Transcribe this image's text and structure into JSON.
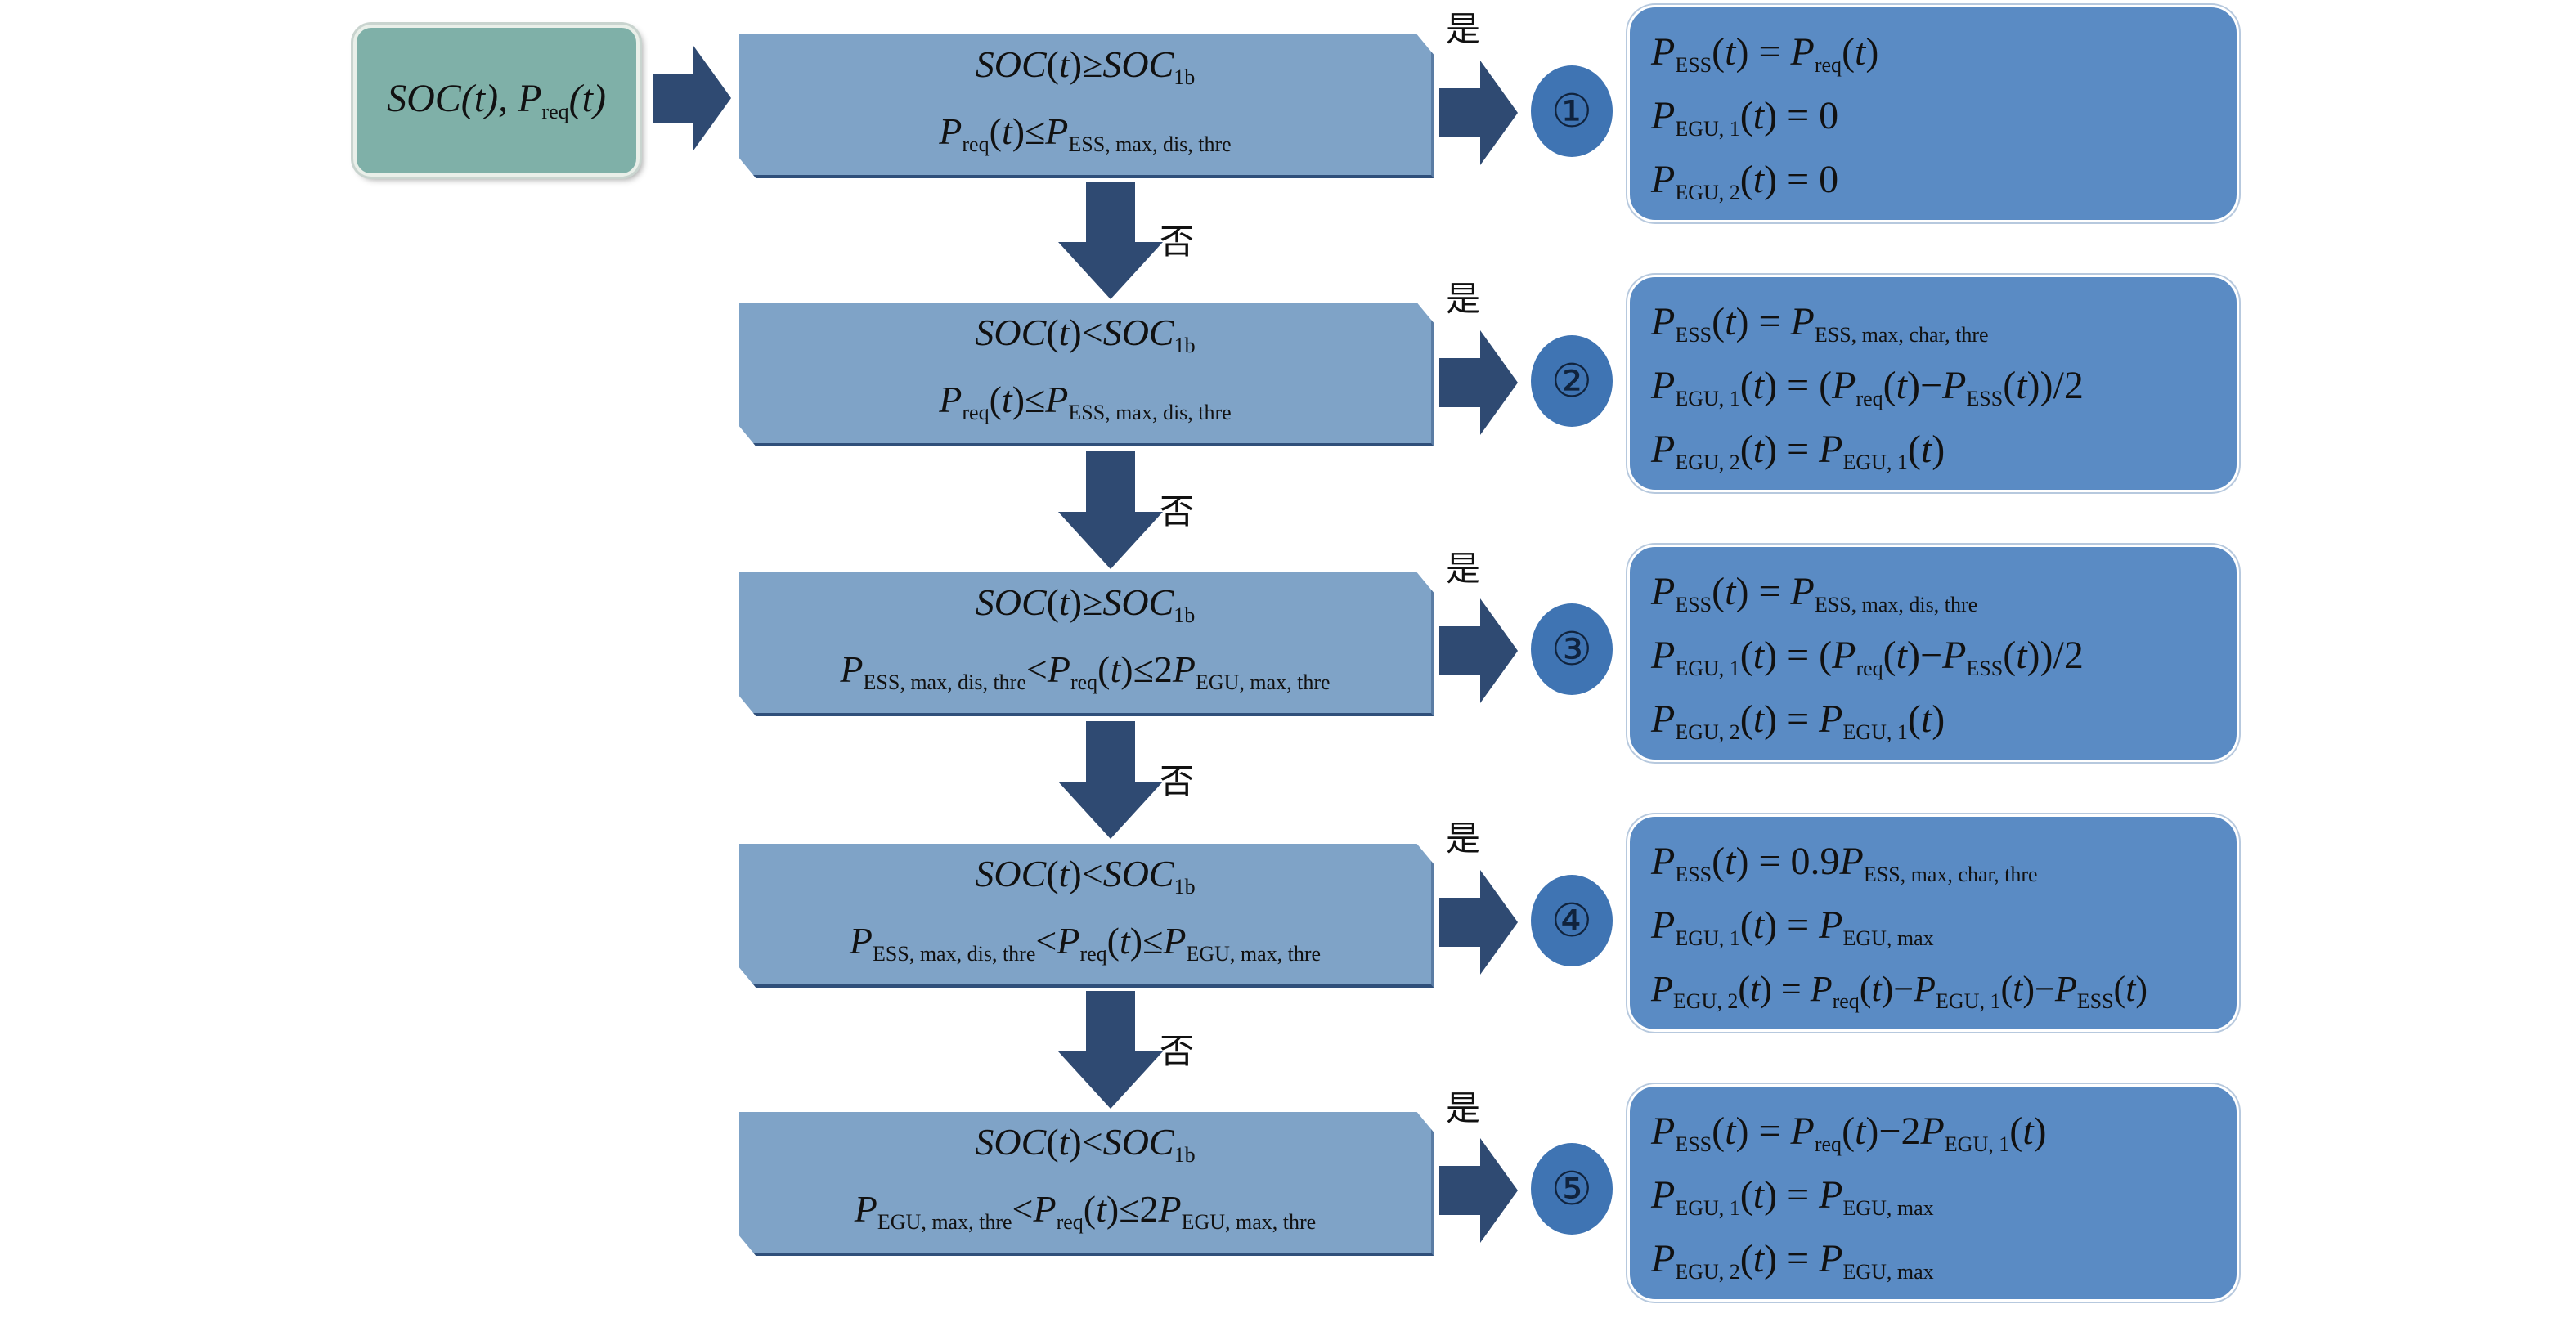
{
  "input": {
    "label": "SOC(t), Preq(t)"
  },
  "yes_label": "是",
  "no_label": "否",
  "nodes": [
    {
      "number": "①",
      "cond_1": "SOC(t)≥SOC1b",
      "cond_2": "Preq(t)≤PESS, max, dis, thre",
      "result_1": "PESS(t) = Preq(t)",
      "result_2": "PEGU, 1(t) = 0",
      "result_3": "PEGU, 2(t) = 0"
    },
    {
      "number": "②",
      "cond_1": "SOC(t)<SOC1b",
      "cond_2": "Preq(t)≤PESS, max, dis, thre",
      "result_1": "PESS(t) = PESS, max, char, thre",
      "result_2": "PEGU, 1(t) = (Preq(t)−PESS(t))/2",
      "result_3": "PEGU, 2(t) = PEGU, 1(t)"
    },
    {
      "number": "③",
      "cond_1": "SOC(t)≥SOC1b",
      "cond_2": "PESS, max, dis, thre<Preq(t)≤2PEGU, max, thre",
      "result_1": "PESS(t) = PESS, max, dis, thre",
      "result_2": "PEGU, 1(t) = (Preq(t)−PESS(t))/2",
      "result_3": "PEGU, 2(t) = PEGU, 1(t)"
    },
    {
      "number": "④",
      "cond_1": "SOC(t)<SOC1b",
      "cond_2": "PESS, max, dis, thre<Preq(t)≤PEGU, max, thre",
      "result_1": "PESS(t) = 0.9PESS, max, char, thre",
      "result_2": "PEGU, 1(t) = PEGU, max",
      "result_3": "PEGU, 2(t) = Preq(t)−PEGU, 1(t)−PESS(t)"
    },
    {
      "number": "⑤",
      "cond_1": "SOC(t)<SOC1b",
      "cond_2": "PEGU, max, thre<Preq(t)≤2PEGU, max, thre",
      "result_1": "PESS(t) = Preq(t)−2PEGU, 1(t)",
      "result_2": "PEGU, 1(t) = PEGU, max",
      "result_3": "PEGU, 2(t) = PEGU, max"
    }
  ],
  "colors": {
    "input_fill": "#7fb0a8",
    "condition_fill": "#7fa3c7",
    "result_fill": "#5a8bc4",
    "number_fill": "#3f74b3",
    "arrow_fill": "#2f4a72"
  }
}
